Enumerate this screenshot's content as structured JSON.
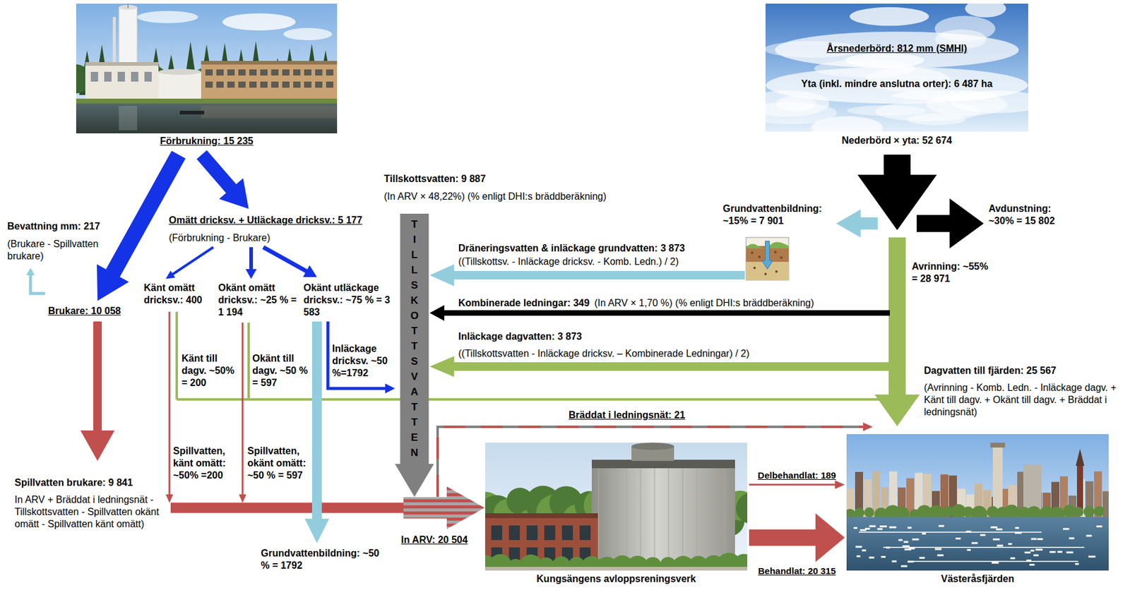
{
  "diagram": {
    "nodes": [
      {
        "text": [
          "Förbrukning: 15 235"
        ]
      },
      {
        "text": [
          "Årsnederbörd: 812 mm (SMHI)",
          "Yta (inkl. mindre anslutna orter): 6 487 ha",
          "Nederbörd × yta: 52 674"
        ]
      },
      {
        "text": [
          "Kungsängens avloppsreningsverk"
        ]
      },
      {
        "text": [
          "Västeråsfjärden"
        ]
      }
    ],
    "edges": [
      {
        "from": 2,
        "to": 3,
        "label": "Delbehandlat: 189",
        "arrow": "to"
      },
      {
        "from": 2,
        "to": 3,
        "label": "Behandlat: 20 315",
        "arrow": "to"
      }
    ],
    "labels": [
      "Bevattning mm: 217",
      "(Brukare - Spillvatten brukare)",
      "Brukare: 10 058",
      "Omätt dricksv. + Utläckage dricksv.: 5 177",
      "(Förbrukning - Brukare)",
      "Känt omätt dricksv.: 400",
      "Okänt omätt dricksv.: ~25 % = 1 194",
      "Okänt utläckage dricksv.: ~75 % = 3 583",
      "Inläckage dricksv. ~50 %=1792",
      "Känt till dagv. ~50% = 200",
      "Okänt till dagv. ~50 % = 597",
      "Spillvatten, känt omätt: ~50% =200",
      "Spillvatten, okänt omätt: ~50 % = 597",
      "Spillvatten brukare: 9 841",
      "In ARV + Bräddat i ledningsnät - Tillskottsvatten - Spillvatten okänt omätt - Spillvatten känt omätt)",
      "Grundvattenbildning: ~50 % = 1792",
      "Tillskottsvatten: 9 887",
      "(In ARV × 48,22%) (% enligt DHI:s bräddberäkning)",
      "TILLSKOTTSVATTEN",
      "Dräneringsvatten & inläckage grundvatten: 3 873",
      "((Tillskottsv. - Inläckage dricksv. - Komb. Ledn.) / 2)",
      "Kombinerade ledningar: 349",
      "(In ARV × 1,70 %) (% enligt DHI:s bräddberäkning)",
      "Inläckage dagvatten: 3 873",
      "((Tillskottsvatten - Inläckage dricksv. – Kombinerade Ledningar) / 2)",
      "Bräddat i ledningsnät: 21",
      "In ARV: 20 504",
      "Grundvattenbildning: ~15% = 7 901",
      "Avdunstning: ~30% = 15 802",
      "Avrinning: ~55% = 28 971",
      "Dagvatten till fjärden: 25 567",
      "(Avrinning - Komb. Ledn. - Inläckage dagv. + Känt till dagv. + Okänt till dagv. + Bräddat i ledningsnät)"
    ]
  }
}
